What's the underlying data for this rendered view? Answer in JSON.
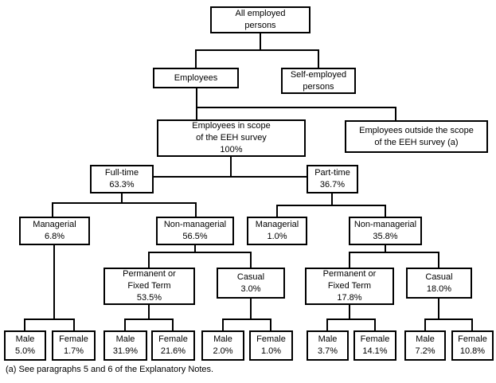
{
  "nodes": {
    "all_employed": {
      "label": [
        "All employed",
        "persons"
      ]
    },
    "employees": {
      "label": "Employees"
    },
    "self_employed": {
      "label": [
        "Self-employed",
        "persons"
      ]
    },
    "in_scope": {
      "label": [
        "Employees in scope",
        "of the EEH survey"
      ],
      "value": "100%"
    },
    "out_scope": {
      "label": [
        "Employees outside the scope",
        "of the EEH survey (a)"
      ]
    },
    "full_time": {
      "label": "Full-time",
      "value": "63.3%"
    },
    "part_time": {
      "label": "Part-time",
      "value": "36.7%"
    },
    "managerial_ft": {
      "label": "Managerial",
      "value": "6.8%"
    },
    "non_managerial_ft": {
      "label": "Non-managerial",
      "value": "56.5%"
    },
    "managerial_pt": {
      "label": "Managerial",
      "value": "1.0%"
    },
    "non_managerial_pt": {
      "label": "Non-managerial",
      "value": "35.8%"
    },
    "permanent_ft": {
      "label": [
        "Permanent or",
        "Fixed Term"
      ],
      "value": "53.5%"
    },
    "casual_ft": {
      "label": "Casual",
      "value": "3.0%"
    },
    "permanent_pt": {
      "label": [
        "Permanent or",
        "Fixed Term"
      ],
      "value": "17.8%"
    },
    "casual_pt": {
      "label": "Casual",
      "value": "18.0%"
    },
    "male_managerial_ft": {
      "label": "Male",
      "value": "5.0%"
    },
    "female_managerial_ft": {
      "label": "Female",
      "value": "1.7%"
    },
    "male_permanent_ft": {
      "label": "Male",
      "value": "31.9%"
    },
    "female_permanent_ft": {
      "label": "Female",
      "value": "21.6%"
    },
    "male_casual_ft": {
      "label": "Male",
      "value": "2.0%"
    },
    "female_casual_ft": {
      "label": "Female",
      "value": "1.0%"
    },
    "male_permanent_pt": {
      "label": "Male",
      "value": "3.7%"
    },
    "female_permanent_pt": {
      "label": "Female",
      "value": "14.1%"
    },
    "male_casual_pt": {
      "label": "Male",
      "value": "7.2%"
    },
    "female_casual_pt": {
      "label": "Female",
      "value": "10.8%"
    }
  },
  "footnote": "(a) See paragraphs 5 and 6 of the Explanatory Notes.",
  "colors": {
    "line": "#000000",
    "box_border": "#000000",
    "background": "#ffffff"
  }
}
